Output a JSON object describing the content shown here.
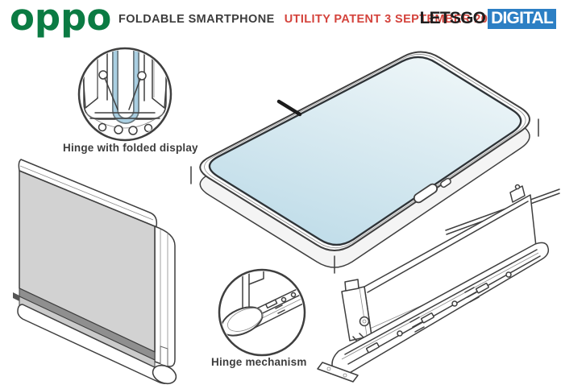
{
  "header": {
    "oppo_logo": "oppo",
    "title": "FOLDABLE SMARTPHONE",
    "patent_info": "UTILITY PATENT 3 SEPTEMBER 2020",
    "brand_letsgo": "LETSGO",
    "brand_digital": "DIGITAL"
  },
  "figures": {
    "hinge_folded_display_label": "Hinge with folded display",
    "hinge_mechanism_label": "Hinge mechanism"
  },
  "colors": {
    "oppo_green": "#0b7b43",
    "patent_red": "#d4433c",
    "title_gray": "#3d3d3d",
    "brand_dark": "#1f1f1f",
    "brand_blue": "#2c7fc4",
    "display_blue_light": "#eef6f8",
    "display_blue_dark": "#bddbe8",
    "hinge_display_blue": "#a9cfe2",
    "device_gray": "#d2d2d2",
    "device_stripe_gray": "#8f8f8f",
    "line_color": "#3f3f3f"
  }
}
